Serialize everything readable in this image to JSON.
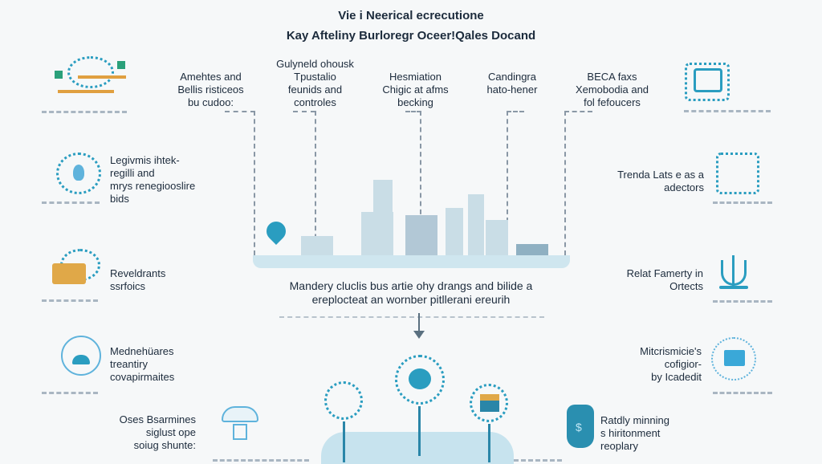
{
  "header": {
    "title_line1": "Vie i Neerical ecrecutione",
    "title_line2": "Kay Afteliny Burloregr Oceer!Qales Docand"
  },
  "top_columns": [
    {
      "lines": [
        "Amehtes and",
        "Bellis risticeos",
        "bu cudoo:"
      ]
    },
    {
      "lines": [
        "Gulyneld ohousk",
        "Tpustalio",
        "feunids and",
        "controles"
      ]
    },
    {
      "lines": [
        "Hesmiation",
        "Chigic at afms",
        "becking"
      ]
    },
    {
      "lines": [
        "Candingra",
        "hato-hener"
      ]
    },
    {
      "lines": [
        "BECA faxs",
        "Xemobodia and",
        "fol fefoucers"
      ]
    }
  ],
  "left_items": [
    {
      "lines": [
        "Legivmis ihtek-",
        "regilli and",
        "mrys renegiooslire",
        "bids"
      ],
      "icon": "bulb-icon"
    },
    {
      "lines": [
        "Reveldrants",
        "ssrfoics"
      ],
      "icon": "folder-icon"
    },
    {
      "lines": [
        "Mednehüares",
        "treantiry",
        "covapirmaites"
      ],
      "icon": "dome-icon"
    },
    {
      "lines": [
        "Oses Bsarmines",
        "siglust ope",
        "soiug shunte:"
      ],
      "icon": "robot-icon"
    }
  ],
  "right_items": [
    {
      "lines": [
        "Trenda Lats e as a",
        "adectors"
      ],
      "icon": "network-icon"
    },
    {
      "lines": [
        "Relat Famerty in",
        "Ortects"
      ],
      "icon": "anchor-icon"
    },
    {
      "lines": [
        "Mitcrismicie's",
        "cofigior-",
        "by Icadedit"
      ],
      "icon": "document-icon"
    },
    {
      "lines": [
        "Ratdly minning",
        "s hiritonment",
        "reoplary"
      ],
      "icon": "money-bag-icon"
    }
  ],
  "center": {
    "caption_line1": "Mandery cluclis bus artie ohy drangs and bilide a",
    "caption_line2": "ereplocteat an wornber pitllerani ereurih",
    "money_symbol": "$"
  },
  "colors": {
    "text": "#1c2b3c",
    "accent": "#2a9dc0",
    "orange": "#e0a040",
    "light": "#cfe6ef"
  }
}
